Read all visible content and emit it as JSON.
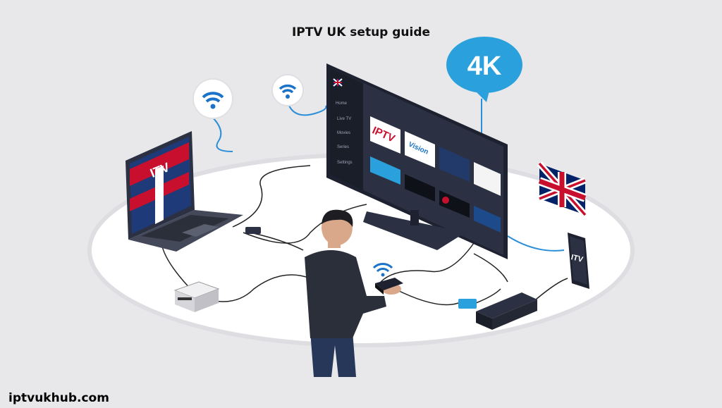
{
  "title": "IPTV UK setup guide",
  "footer": "iptvukhub.com",
  "badge_4k": "4K",
  "laptop_screen_text": "ITV",
  "phone_screen_text": "ITV",
  "tv": {
    "brand_text": "IPTV",
    "menu_items": [
      "Home",
      "Live TV",
      "Movies",
      "Series",
      "Settings"
    ],
    "tiles": [
      "IPTV",
      "Vision",
      "",
      "",
      "",
      "",
      "",
      ""
    ]
  },
  "colors": {
    "background": "#e8e8ea",
    "floor": "#ffffff",
    "wifi_blue": "#1a73c8",
    "badge_blue": "#2aa0dd",
    "tv_frame": "#1e2230",
    "union_red": "#c8102e",
    "union_blue": "#012169"
  }
}
